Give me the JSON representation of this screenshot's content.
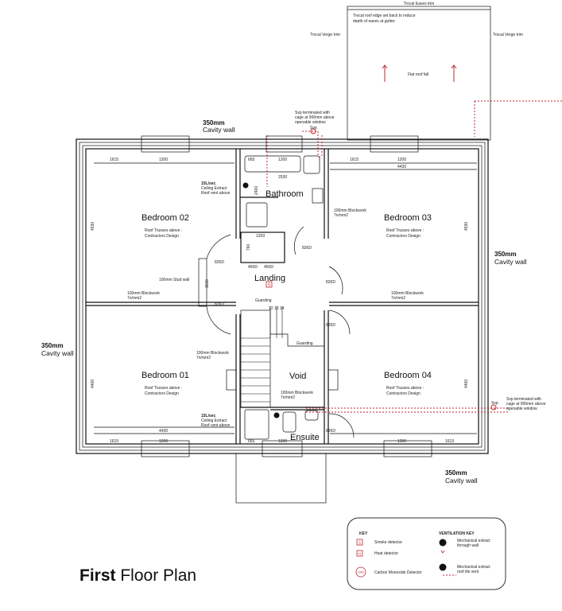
{
  "roof": {
    "eaves_trim": "Trocal Eaves trim",
    "verge_left": "Trocal Verge trim",
    "verge_right": "Trocal Verge trim",
    "note_line1": "Trocal roof edge set back to reduce",
    "note_line2": "depth of eaves at gutter.",
    "fall": "Flat roof fall"
  },
  "walls": {
    "top": {
      "size": "350mm",
      "type": "Cavity wall"
    },
    "right": {
      "size": "350mm",
      "type": "Cavity wall"
    },
    "left": {
      "size": "350mm",
      "type": "Cavity wall"
    },
    "bottom": {
      "size": "350mm",
      "type": "Cavity wall"
    }
  },
  "svp_top": {
    "label": "Svp",
    "line1": "Svp terminated with",
    "line2": "cage at 900mm above",
    "line3": "openable window"
  },
  "svp_right": {
    "label": "Svp",
    "line1": "Svp terminated with",
    "line2": "cage at 900mm above",
    "line3": "openable window"
  },
  "rooms": {
    "bedroom02": "Bedroom 02",
    "bedroom03": "Bedroom 03",
    "bedroom01": "Bedroom 01",
    "bedroom04": "Bedroom 04",
    "bathroom": "Bathroom",
    "landing": "Landing",
    "void": "Void",
    "ensuite": "Ensuite"
  },
  "notes": {
    "trusses1": "Roof Trusses above :",
    "trusses2": "Contractors Design",
    "extract1": "15L/sec",
    "extract2": "Ceiling Extract",
    "extract3": "Roof vent above",
    "block1": "100mm Blockwork",
    "block2": "7n/mm2",
    "stud": "100mm Stud wall",
    "guarding": "Guarding",
    "steps": "12 13 14"
  },
  "dims": {
    "d1615": "1615",
    "d1200": "1200",
    "d4430": "4430",
    "d4530": "4530",
    "d4400": "4400",
    "d665": "665",
    "d2530": "2530",
    "d2400": "2400",
    "d760": "760",
    "d450": "450D",
    "d826": "826D",
    "d1100": "1100"
  },
  "detectors": {
    "smoke_symbol": "S",
    "heat_symbol": "H",
    "co_symbol": "CMD"
  },
  "key": {
    "title": "KEY",
    "smoke": "Smoke detector",
    "heat": "Heat detector",
    "co": "Carbon Monoxide Detector",
    "vent_title": "VENTILATION KEY",
    "wall1": "Mechanical extract",
    "wall2": "through wall",
    "roof1": "Mechanical extract",
    "roof2": "roof tile vent"
  },
  "title": {
    "bold": "First",
    "rest": " Floor Plan"
  },
  "colors": {
    "accent": "#c0272d",
    "line": "#111111"
  }
}
